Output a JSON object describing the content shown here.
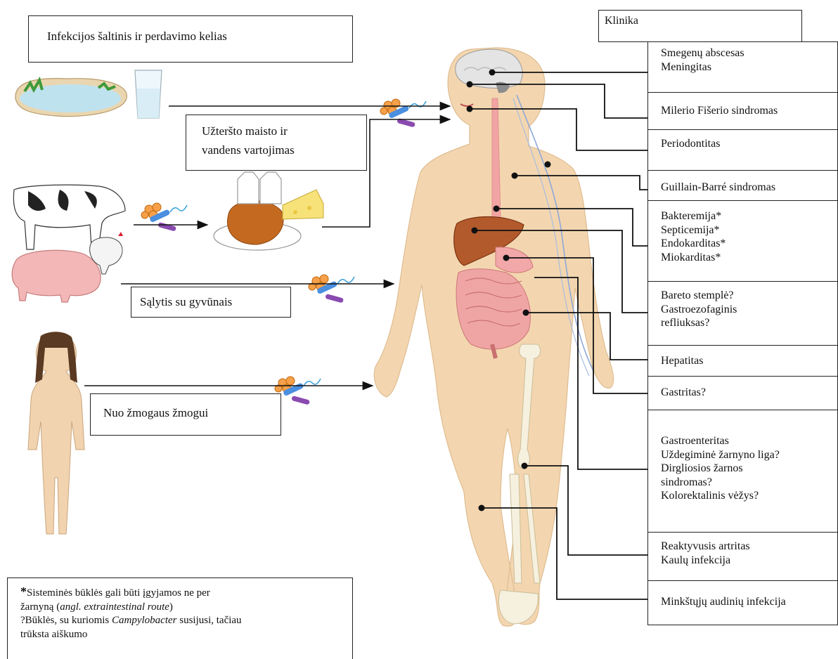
{
  "source_box": {
    "title": "Infekcijos šaltinis ir perdavimo kelias"
  },
  "routes": {
    "food_water": {
      "line1": "Užteršto maisto ir",
      "line2": "vandens vartojimas"
    },
    "animals": "Sąlytis su gyvūnais",
    "human": "Nuo žmogaus žmogui"
  },
  "clinic": {
    "header": "Klinika",
    "items": [
      {
        "lines": [
          "Smegenų abscesas",
          "Meningitas"
        ]
      },
      {
        "lines": [
          "Milerio Fišerio sindromas"
        ]
      },
      {
        "lines": [
          "Periodontitas"
        ]
      },
      {
        "lines": [
          "Guillain-Barré sindromas"
        ]
      },
      {
        "lines": [
          "Bakteremija*",
          "Septicemija*",
          "Endokarditas*",
          "Miokarditas*"
        ]
      },
      {
        "lines": [
          "Bareto stemplė?",
          "Gastroezofaginis",
          "refliuksas?"
        ]
      },
      {
        "lines": [
          "Hepatitas"
        ]
      },
      {
        "lines": [
          "Gastritas?"
        ]
      },
      {
        "lines": [
          "Gastroenteritas",
          "Uždegiminė žarnyno liga?",
          "Dirgliosios žarnos",
          "sindromas?",
          "Kolorektalinis vėžys?"
        ]
      },
      {
        "lines": [
          "Reaktyvusis artritas",
          "Kaulų infekcija"
        ]
      },
      {
        "lines": [
          "Minkštųjų audinių infekcija"
        ]
      }
    ]
  },
  "footnote": {
    "star": "*",
    "line1": "Sisteminės būklės gali būti įgyjamos ne per",
    "line2_pre": "žarnyną (",
    "line2_it": "angl. extraintestinal  route",
    "line2_post": ")",
    "line3_pre": "?Būklės, su kuriomis ",
    "line3_it": "Campylobacter",
    "line3_post": " susijusi, tačiau",
    "line4": "trūksta aiškumo"
  }
}
